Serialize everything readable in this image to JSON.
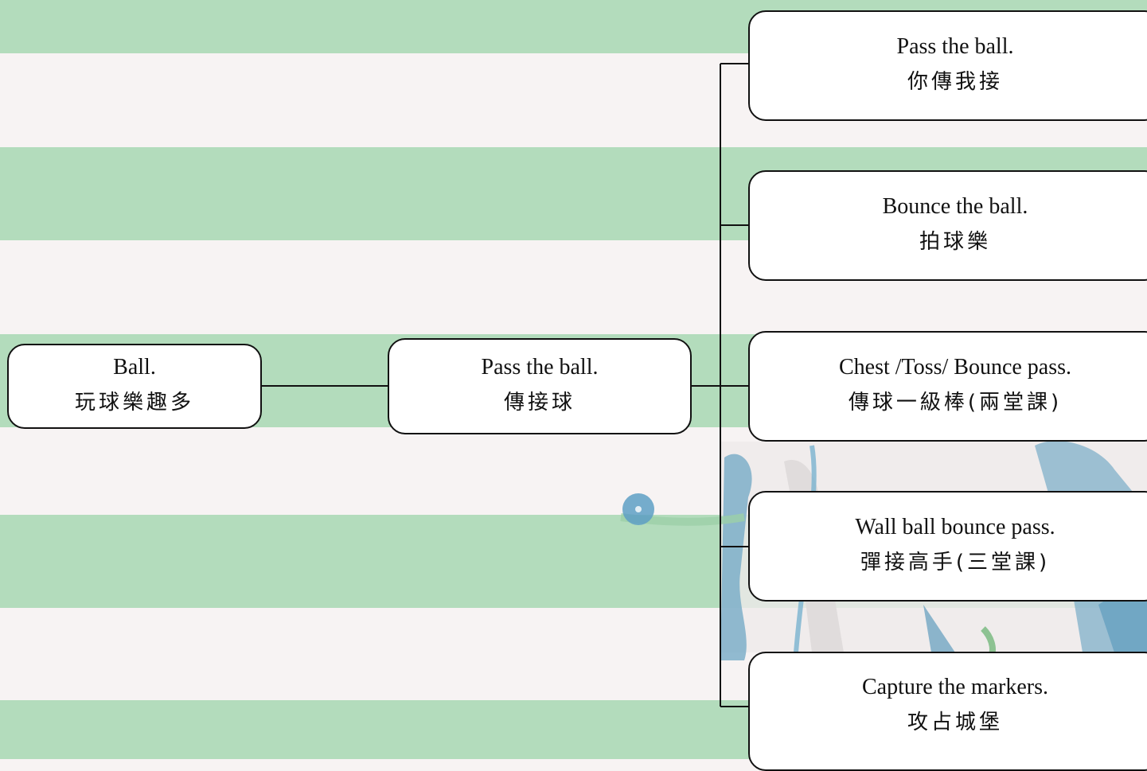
{
  "diagram": {
    "root": {
      "en": "Ball.",
      "zh": "玩球樂趣多"
    },
    "middle": {
      "en": "Pass the ball.",
      "zh": "傳接球"
    },
    "leaves": [
      {
        "en": "Pass the ball.",
        "zh": "你傳我接"
      },
      {
        "en": "Bounce the ball.",
        "zh": "拍球樂"
      },
      {
        "en": "Chest /Toss/ Bounce pass.",
        "zh": "傳球一級棒(兩堂課)"
      },
      {
        "en": "Wall ball bounce pass.",
        "zh": "彈接高手(三堂課)"
      },
      {
        "en": "Capture the markers.",
        "zh": "攻占城堡"
      }
    ]
  },
  "colors": {
    "stripe_green": "#b3dcbc",
    "stripe_pale": "#f7f3f3",
    "line": "#111111",
    "node_fill": "#ffffff"
  },
  "decoration": [
    "athlete-illustration",
    "ball-icon"
  ]
}
